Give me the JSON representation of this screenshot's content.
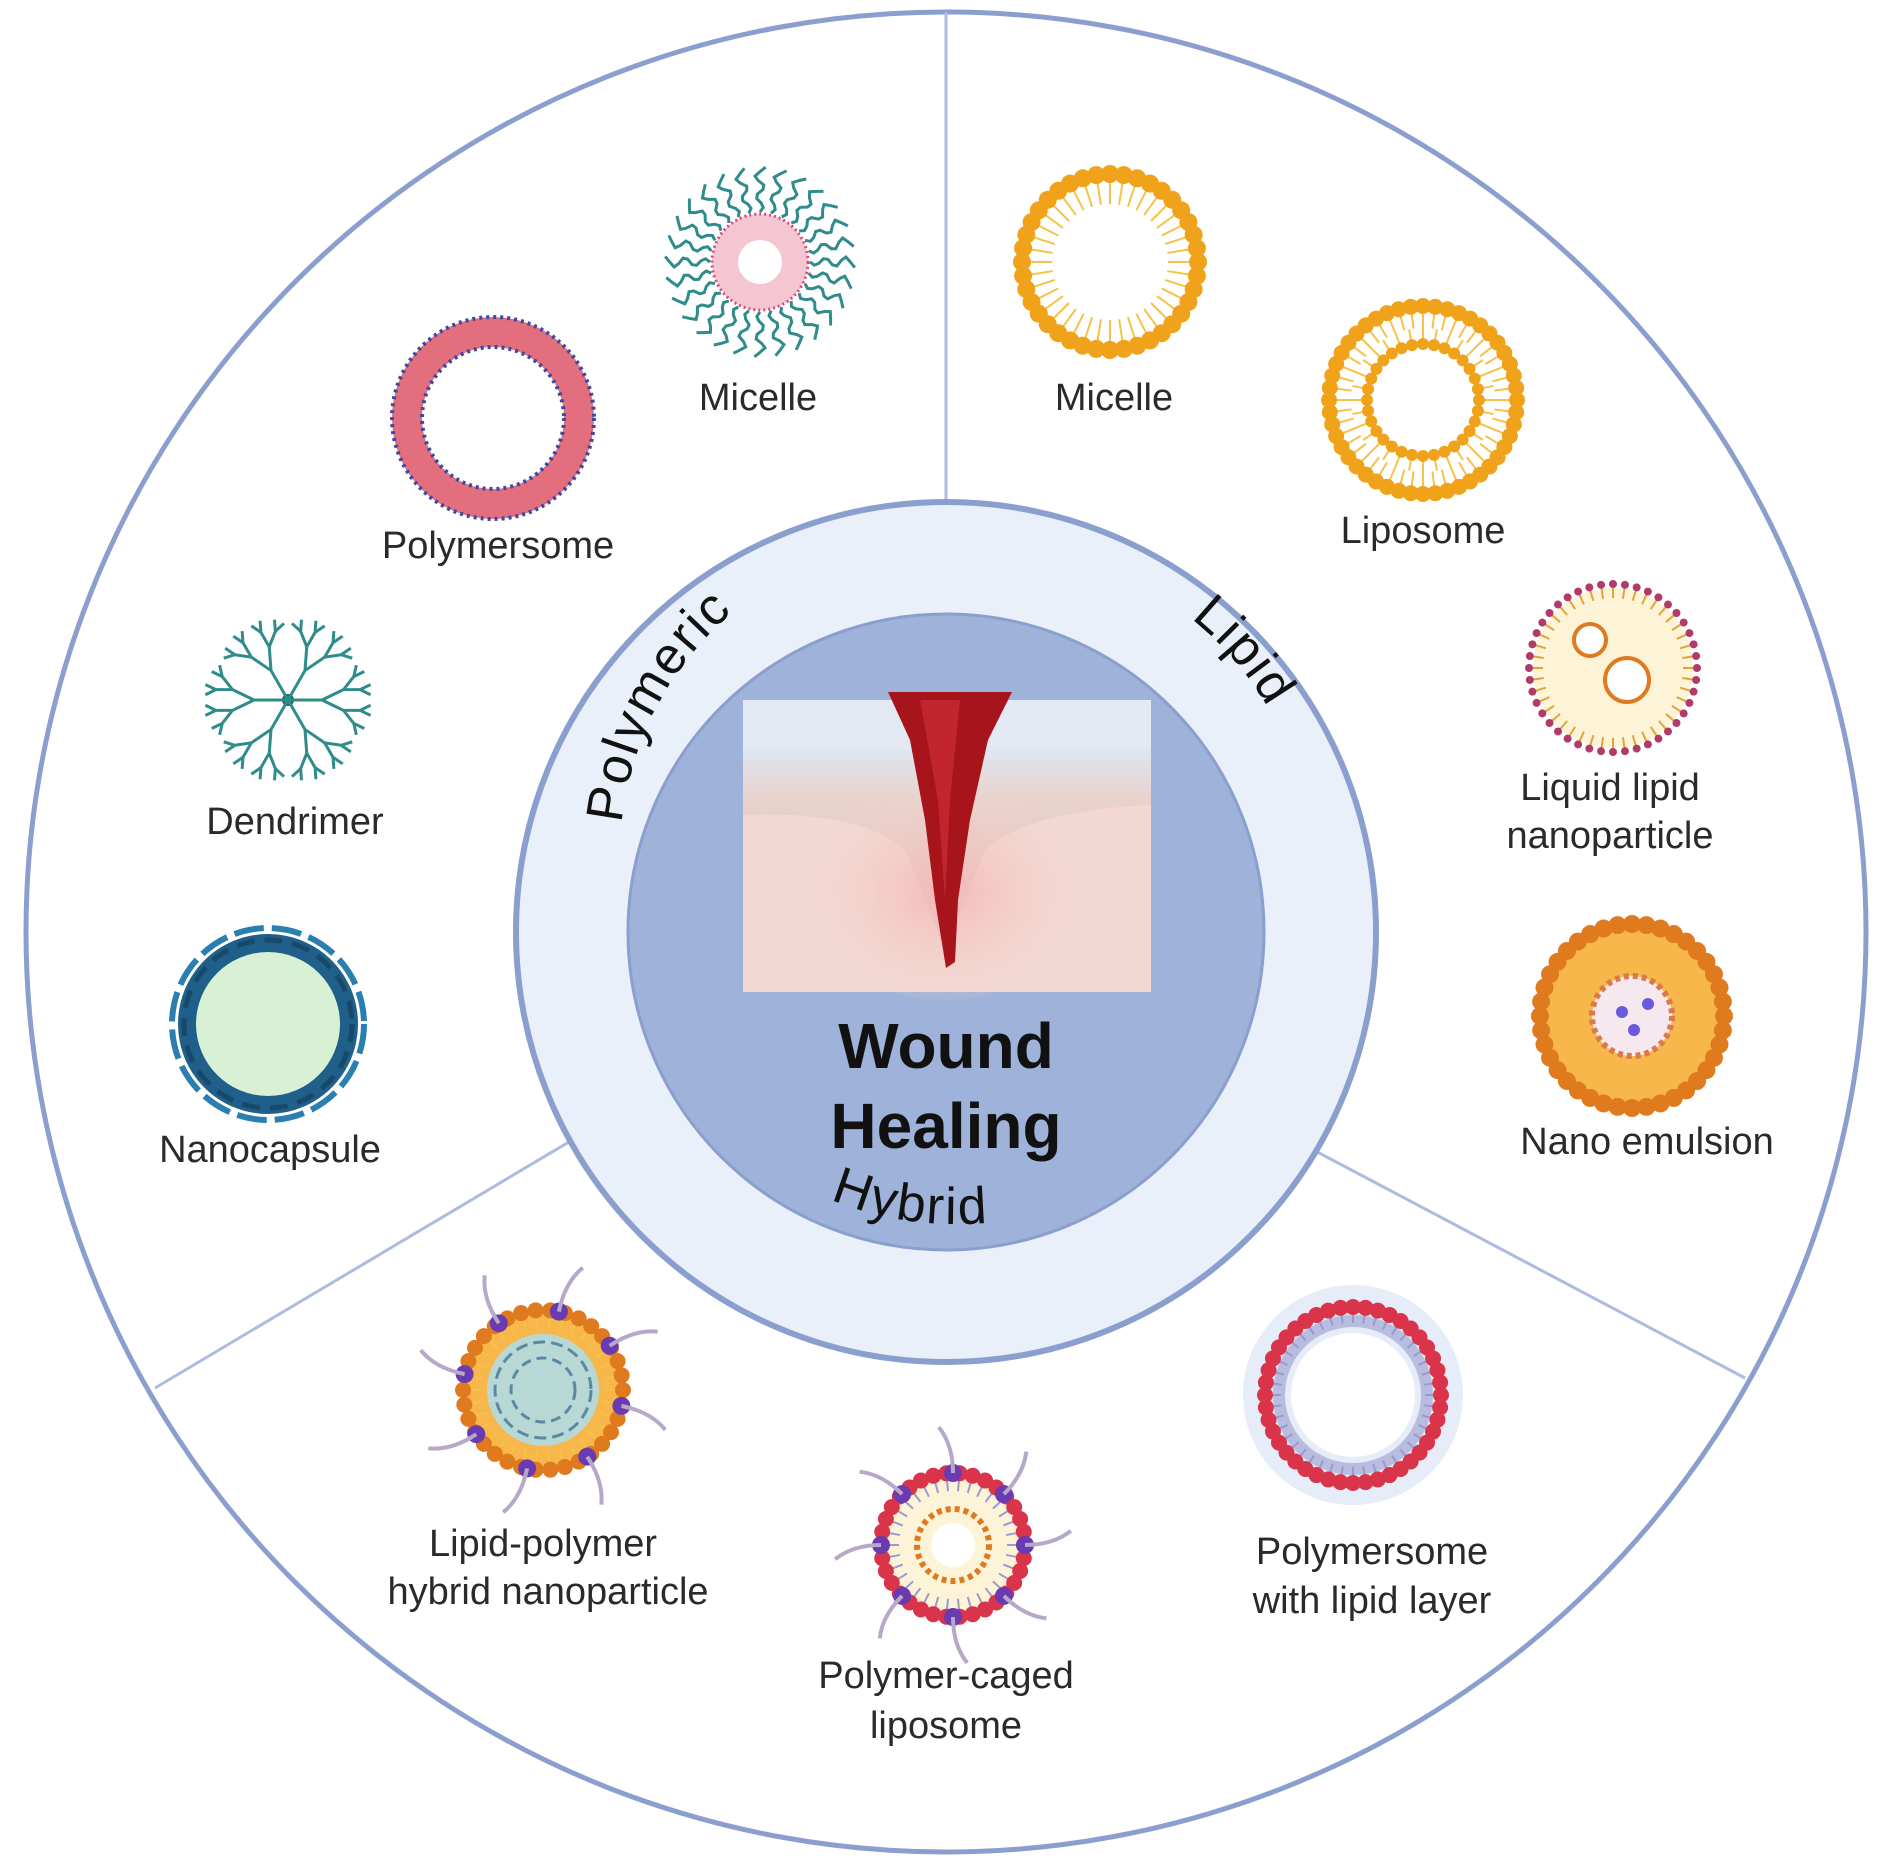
{
  "center": {
    "title_line1": "Wound",
    "title_line2": "Healing"
  },
  "categories": {
    "polymeric": "Polymeric",
    "lipid": "Lipid",
    "hybrid": "Hybrid"
  },
  "polymeric": {
    "micelle": "Micelle",
    "polymersome": "Polymersome",
    "dendrimer": "Dendrimer",
    "nanocapsule": "Nanocapsule"
  },
  "lipid": {
    "micelle": "Micelle",
    "liposome": "Liposome",
    "liquid_lipid_line1": "Liquid lipid",
    "liquid_lipid_line2": "nanoparticle",
    "nano_emulsion": "Nano emulsion"
  },
  "hybrid": {
    "lph_line1": "Lipid-polymer",
    "lph_line2": "hybrid nanoparticle",
    "pcl_line1": "Polymer-caged",
    "pcl_line2": "liposome",
    "pwl_line1": "Polymersome",
    "pwl_line2": "with lipid layer"
  },
  "colors": {
    "outline": "#8b9fcf",
    "ring_fill": "#eaf0fa",
    "center_fill": "#9fb2d9",
    "lipid_orange": "#f2a51c",
    "lipid_deep": "#e07a1f",
    "polymer_red": "#d94a5a",
    "polymer_blue": "#3b4aa0",
    "teal": "#2f8c8a",
    "wound_red": "#a8141c"
  }
}
